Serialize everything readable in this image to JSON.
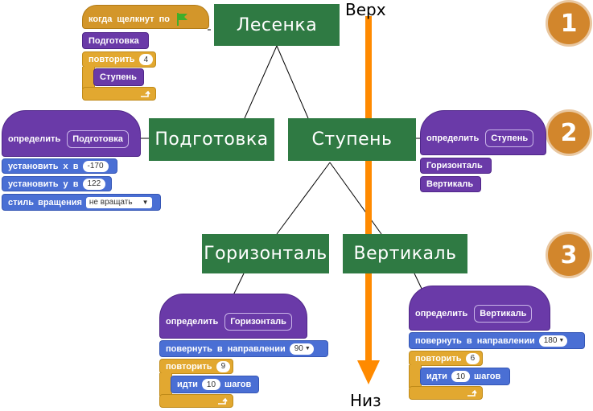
{
  "nodes": {
    "lesenka": "Лесенка",
    "podgotovka": "Подготовка",
    "stupen": "Ступень",
    "gorizontal": "Горизонталь",
    "vertikal": "Вертикаль"
  },
  "axis": {
    "top": "Верх",
    "bottom": "Низ"
  },
  "steps": [
    "1",
    "2",
    "3"
  ],
  "scripts": {
    "main": {
      "hat": "когда щелкнут по",
      "call1": "Подготовка",
      "repeat": "повторить",
      "repeat_count": "4",
      "inner": "Ступень"
    },
    "podgotovka": {
      "define": "определить",
      "name": "Подготовка",
      "setx": "установить x в",
      "setx_val": "-170",
      "sety": "установить y в",
      "sety_val": "122",
      "rot": "стиль вращения",
      "rot_val": "не вращать"
    },
    "stupen": {
      "define": "определить",
      "name": "Ступень",
      "call1": "Горизонталь",
      "call2": "Вертикаль"
    },
    "gorizontal": {
      "define": "определить",
      "name": "Горизонталь",
      "turn": "повернуть в направлении",
      "turn_val": "90",
      "repeat": "повторить",
      "repeat_count": "9",
      "move": "идти",
      "move_val": "10",
      "move_unit": "шагов"
    },
    "vertikal": {
      "define": "определить",
      "name": "Вертикаль",
      "turn": "повернуть в направлении",
      "turn_val": "180",
      "repeat": "повторить",
      "repeat_count": "6",
      "move": "идти",
      "move_val": "10",
      "move_unit": "шагов"
    }
  },
  "colors": {
    "node": "#2f7a43",
    "arrow": "#ff8a00",
    "badge": "#d2862c",
    "events": "#d3962a",
    "control": "#e2a830",
    "more_blocks": "#6a3aa8",
    "motion": "#4a6fd4"
  }
}
